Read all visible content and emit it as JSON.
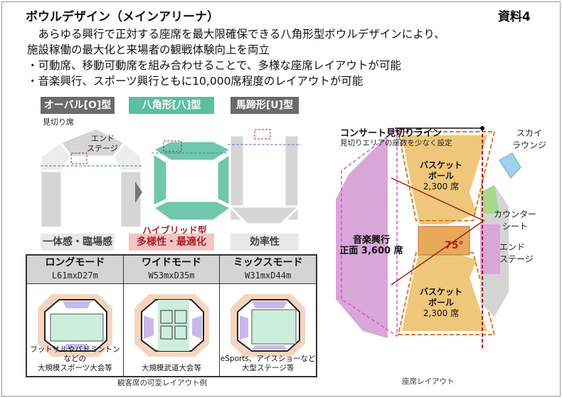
{
  "header": {
    "title": "ボウルデザイン（メインアリーナ）",
    "doc_number": "資料4"
  },
  "body": {
    "lines": [
      "　あらゆる興行で正対する座席を最大限確保できる八角形型ボウルデザインにより、",
      "施設稼働の最大化と来場者の観戦体験向上を両立",
      "・可動席、移動可動席を組み合わせることで、多様な座席レイアウトが可能",
      "・音楽興行、スポーツ興行ともに10,000席程度のレイアウトが可能"
    ]
  },
  "bowl_types": {
    "types": [
      {
        "label": "オーバル[O]型",
        "feature": "一体感・臨場感"
      },
      {
        "label": "八角形[八]型",
        "feature": "多様性・最適化",
        "sub": "ハイブリッド型"
      },
      {
        "label": "馬蹄形[U]型",
        "feature": "効率性"
      }
    ],
    "annotations": {
      "cutoff_seats": "見切り席",
      "end_stage_1": "エンド",
      "end_stage_2": "ステージ"
    },
    "colors": {
      "octagon": "#5cbfa0",
      "gray": "#6b6b6b",
      "pink": "#f4c4c4",
      "red": "#b0202a"
    }
  },
  "modes": {
    "items": [
      {
        "name": "ロングモード",
        "dims": "L61mxD27m",
        "desc1": "フットサルやバドミントンなどの",
        "desc2": "大規模スポーツ大会等"
      },
      {
        "name": "ワイドモード",
        "dims": "W53mxD35m",
        "desc1": "大規模武道大会等",
        "desc2": ""
      },
      {
        "name": "ミックスモード",
        "dims": "W31mxD44m",
        "desc1": "eSports、アイスショーなど",
        "desc2": "大型ステージ等"
      }
    ],
    "caption": "観客席の可変レイアウト例"
  },
  "seat_layout": {
    "concert_line": "コンサート見切りライン",
    "concert_line_sub": "見切りエリアの座数を少なく設定",
    "sky_lounge_1": "スカイ",
    "sky_lounge_2": "ラウンジ",
    "counter_1": "カウンター",
    "counter_2": "シート",
    "end_stage_1": "エンド",
    "end_stage_2": "ステージ",
    "basket_top": {
      "l1": "バスケット",
      "l2": "ボール",
      "l3": "2,300 席"
    },
    "basket_bottom": {
      "l1": "バスケット",
      "l2": "ボール",
      "l3": "2,300 席"
    },
    "music": {
      "l1": "音楽興行",
      "l2": "正面 3,600 席"
    },
    "angle": "75°",
    "caption": "座席レイアウト"
  }
}
